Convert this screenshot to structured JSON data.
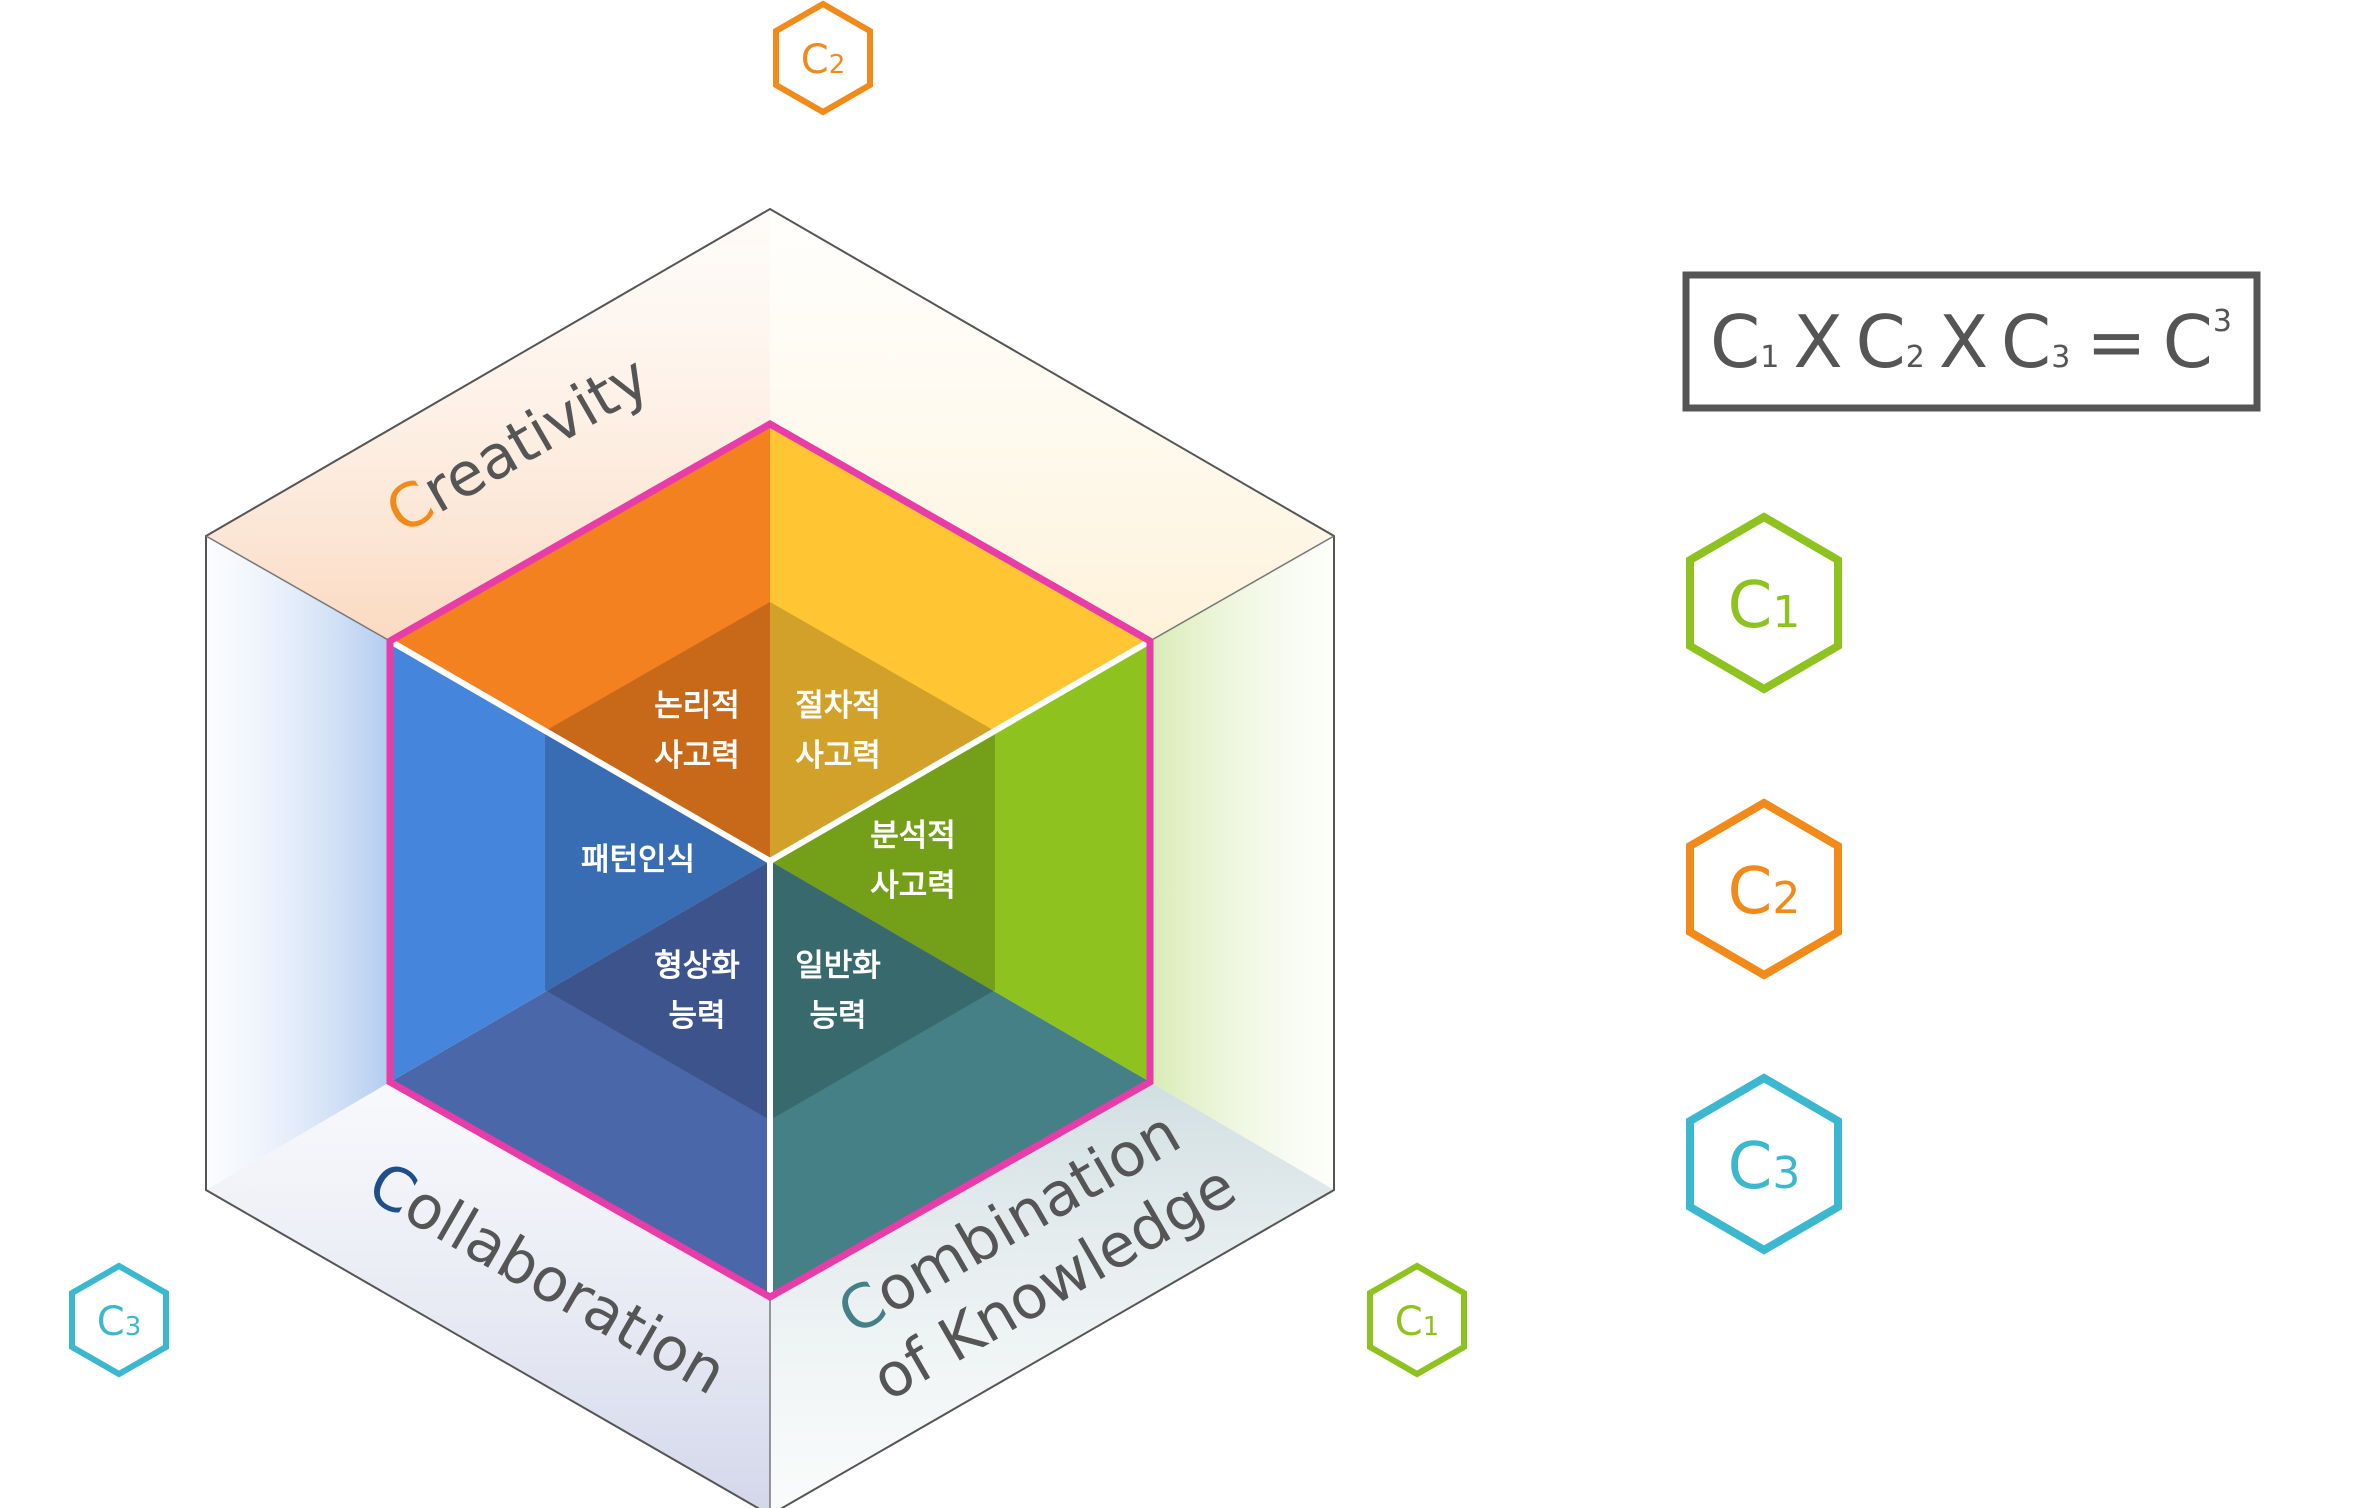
{
  "formula": {
    "c1": "C",
    "s1": "1",
    "x1": "X",
    "c2": "C",
    "s2": "2",
    "x2": "X",
    "c3": "C",
    "s3": "3",
    "eq": "=",
    "result": "C",
    "power": "3"
  },
  "faces": {
    "creativity": {
      "initial": "C",
      "rest": "reativity"
    },
    "collaboration": {
      "initial": "C",
      "rest": "ollaboration"
    },
    "combination": {
      "initial": "C",
      "rest": "ombination",
      "line2": "of Knowledge"
    }
  },
  "inner_labels": {
    "logical": [
      "논리적",
      "사고력"
    ],
    "procedural": [
      "절차적",
      "사고력"
    ],
    "pattern": "패턴인식",
    "analytical": [
      "분석적",
      "사고력"
    ],
    "visualization": [
      "형상화",
      "능력"
    ],
    "generalization": [
      "일반화",
      "능력"
    ]
  },
  "badges": {
    "top": {
      "letter": "C",
      "sub": "2"
    },
    "left": {
      "letter": "C",
      "sub": "3"
    },
    "right": {
      "letter": "C",
      "sub": "1"
    },
    "legend": [
      {
        "letter": "C",
        "sub": "1"
      },
      {
        "letter": "C",
        "sub": "2"
      },
      {
        "letter": "C",
        "sub": "3"
      }
    ]
  },
  "colors": {
    "orange": "#F4811F",
    "yellow": "#FFC533",
    "blue": "#4585DB",
    "green": "#8DC21F",
    "navy": "#4A67AA",
    "teal": "#448086",
    "magenta": "#E83CA8",
    "c1_green": "#8DC21F",
    "c2_orange": "#F28A1A",
    "c3_cyan": "#3BB8D0",
    "collab_blue": "#1F4E8C",
    "comb_teal": "#448086"
  }
}
